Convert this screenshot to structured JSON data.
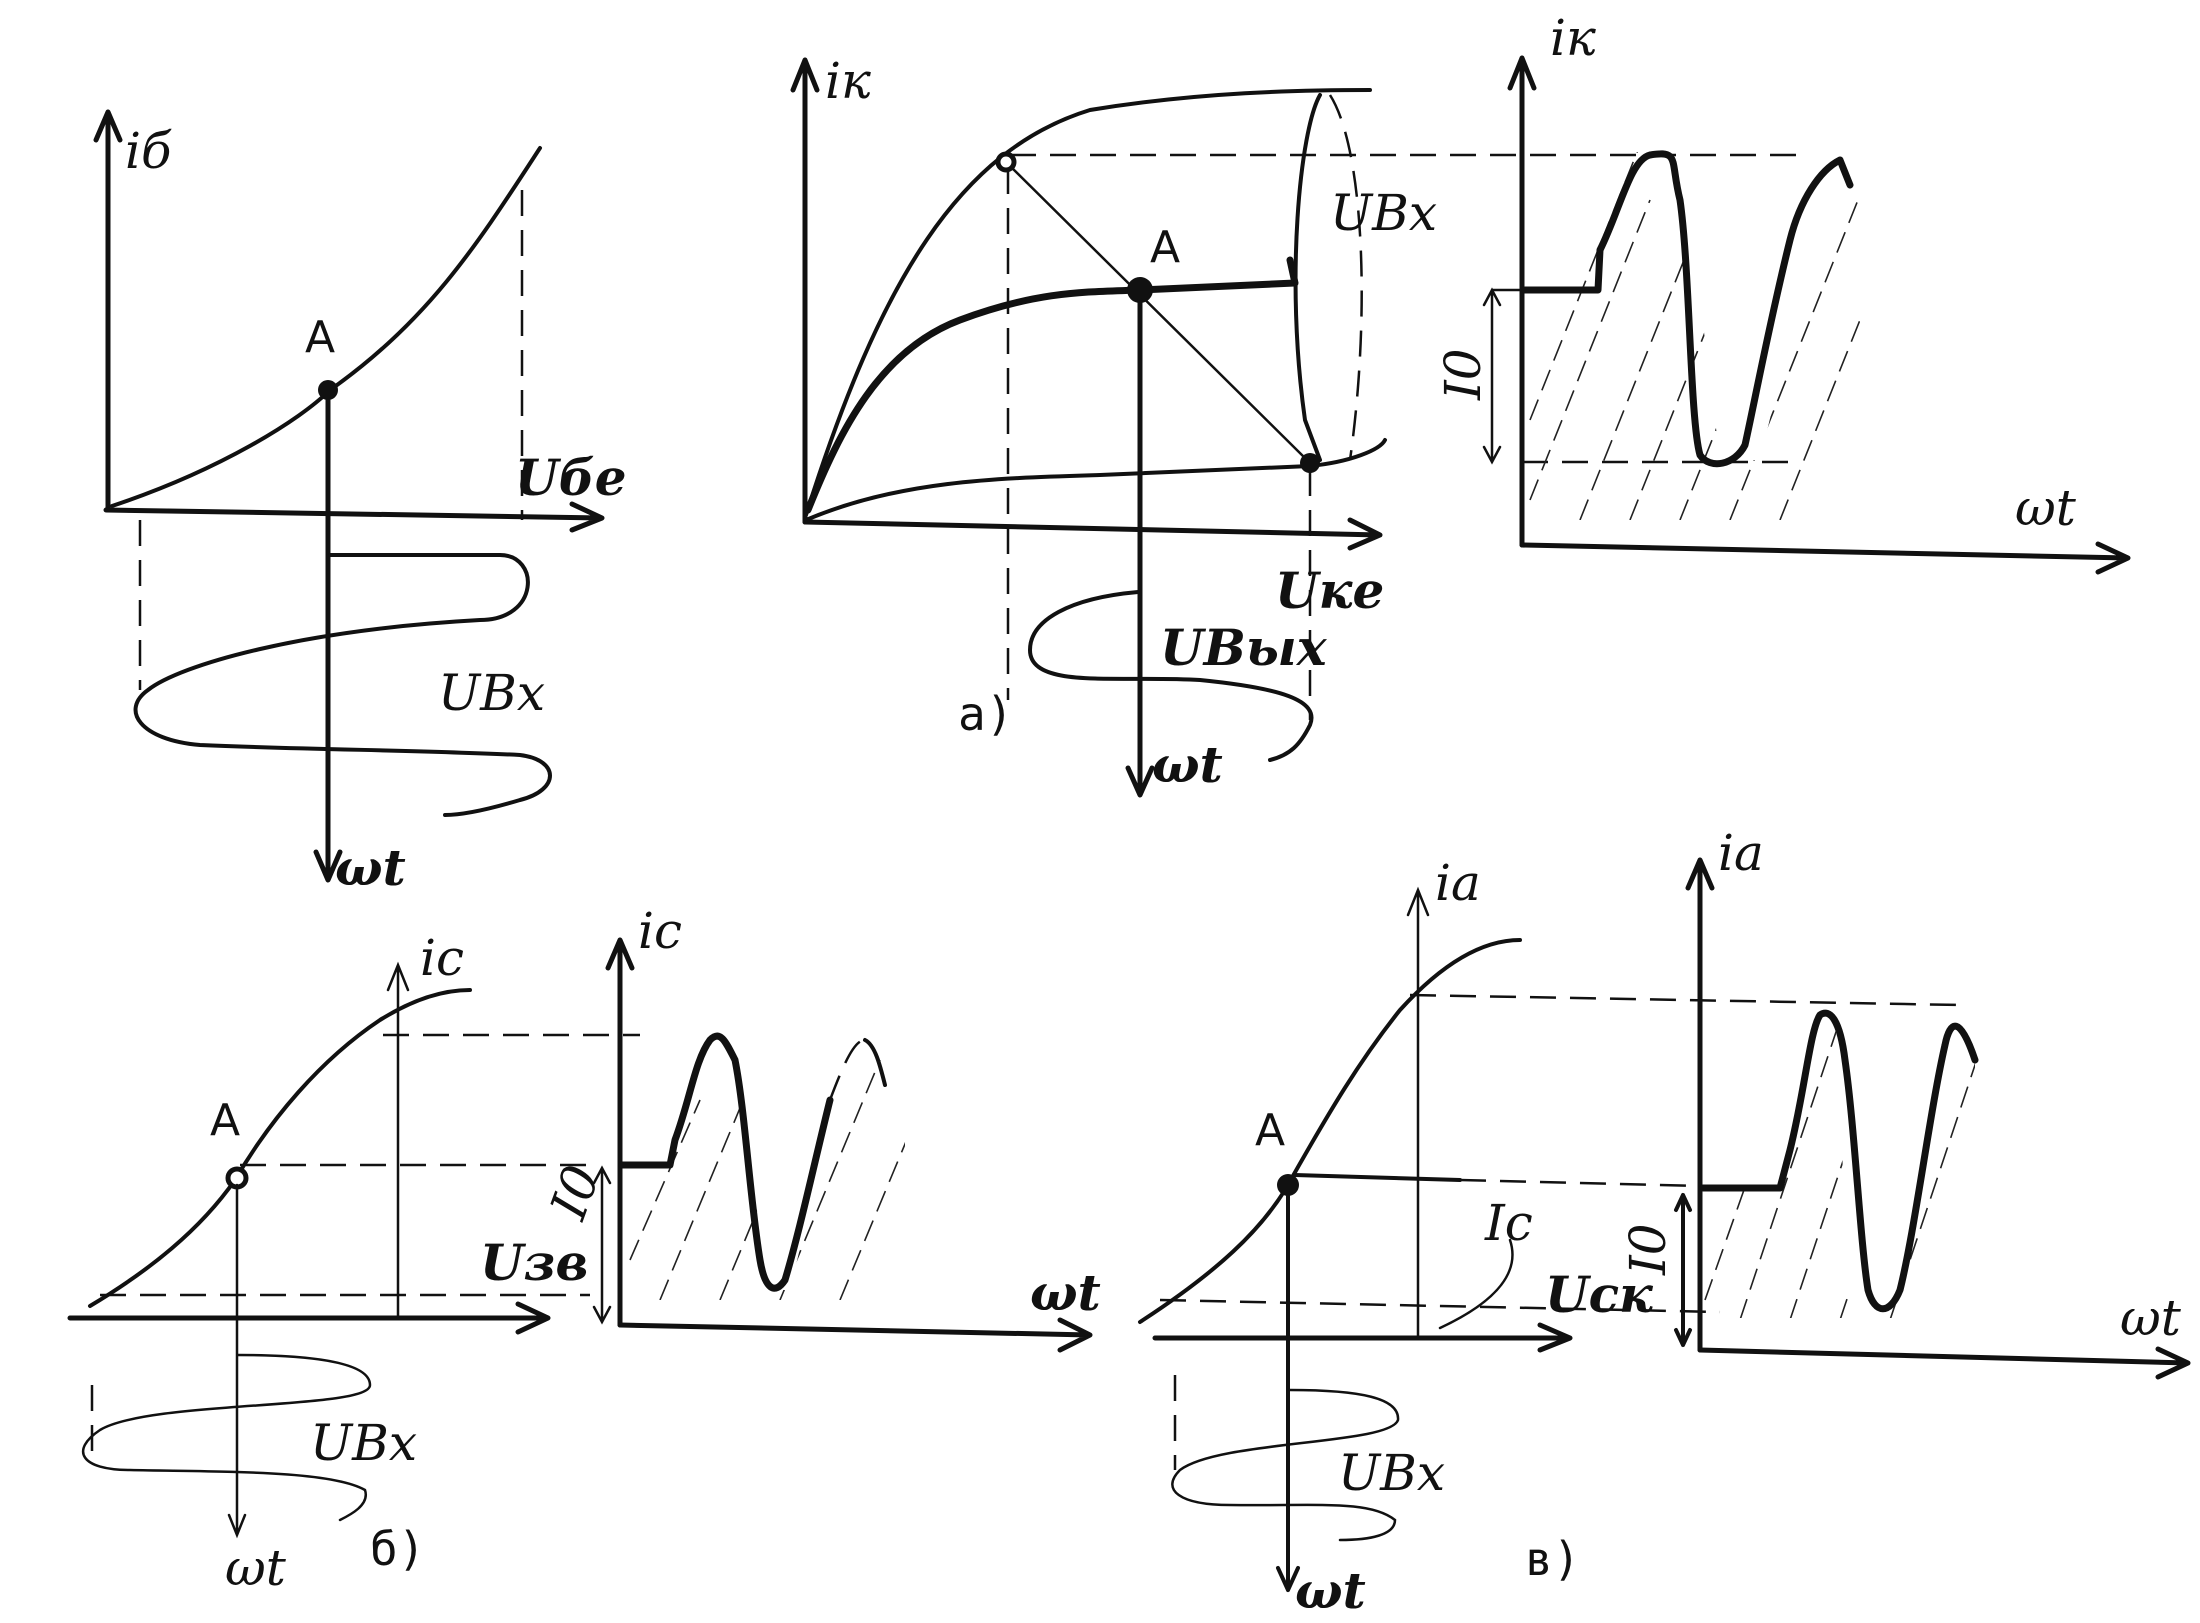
{
  "panel_a": {
    "caption": "а)",
    "input_chart": {
      "y_label": "iб",
      "x_label": "Uбе",
      "point": "A",
      "input_signal": "UВх",
      "time_axis": "ωt"
    },
    "output_chart": {
      "y_label": "iк",
      "x_label": "Uке",
      "point": "A",
      "input_swing": "UВх",
      "output_signal": "UВых",
      "time_axis": "ωt"
    },
    "current_chart": {
      "y_label": "iк",
      "x_label": "ωt",
      "bias_label": "I0"
    }
  },
  "panel_b": {
    "caption": "б)",
    "transfer_chart": {
      "y_label": "ic",
      "x_label": "Uзв",
      "point": "A",
      "input_signal": "UВх",
      "time_axis": "ωt"
    },
    "current_chart": {
      "y_label": "ic",
      "x_label": "ωt",
      "bias_label": "I0"
    }
  },
  "panel_c": {
    "caption": "в)",
    "transfer_chart": {
      "y_label": "ia",
      "x_label": "Uск",
      "point": "A",
      "bias_line_label": "Ic",
      "input_signal": "UВх",
      "time_axis": "ωt"
    },
    "current_chart": {
      "y_label": "ia",
      "x_label": "ωt",
      "bias_label": "I0"
    }
  }
}
